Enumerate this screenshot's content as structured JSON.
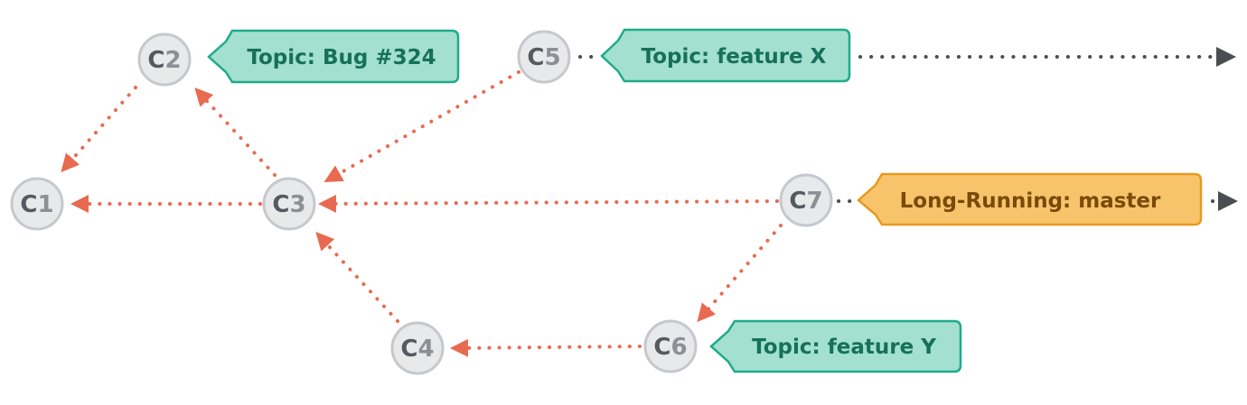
{
  "commits": {
    "c1": {
      "letter": "C",
      "number": "1"
    },
    "c2": {
      "letter": "C",
      "number": "2"
    },
    "c3": {
      "letter": "C",
      "number": "3"
    },
    "c4": {
      "letter": "C",
      "number": "4"
    },
    "c5": {
      "letter": "C",
      "number": "5"
    },
    "c6": {
      "letter": "C",
      "number": "6"
    },
    "c7": {
      "letter": "C",
      "number": "7"
    }
  },
  "branch_tags": {
    "bug": {
      "label": "Topic: Bug #324",
      "kind": "topic"
    },
    "feature_x": {
      "label": "Topic: feature X",
      "kind": "topic"
    },
    "feature_y": {
      "label": "Topic: feature Y",
      "kind": "topic"
    },
    "master": {
      "label": "Long-Running: master",
      "kind": "long-running"
    }
  },
  "edges": [
    {
      "from": "C2",
      "to": "C1"
    },
    {
      "from": "C3",
      "to": "C1"
    },
    {
      "from": "C3",
      "to": "C2"
    },
    {
      "from": "C5",
      "to": "C3"
    },
    {
      "from": "C7",
      "to": "C3"
    },
    {
      "from": "C4",
      "to": "C3"
    },
    {
      "from": "C6",
      "to": "C4"
    },
    {
      "from": "C7",
      "to": "C6"
    }
  ],
  "colors": {
    "edge": "#e86a50",
    "topic_fill": "#a3e0cf",
    "topic_border": "#1eab8a",
    "long_running_fill": "#f7c46c",
    "long_running_border": "#e89a1f",
    "node_fill": "#e8e9eb"
  }
}
